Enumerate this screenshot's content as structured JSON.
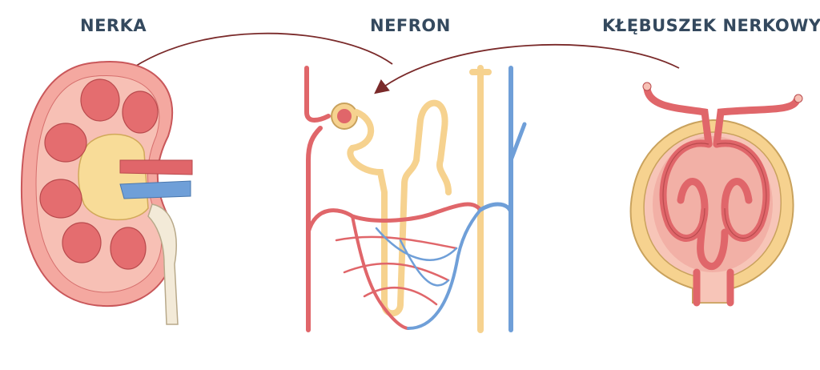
{
  "labels": {
    "kidney": "NERKA",
    "nephron": "NEFRON",
    "glomerulus": "KŁĘBUSZEK NERKOWY"
  },
  "colors": {
    "text": "#34495e",
    "artery": "#e0666a",
    "vein": "#6f9fd8",
    "tubule": "#f6d28f",
    "cortex": "#f4a8a0",
    "arrow": "#7a2a2a"
  }
}
